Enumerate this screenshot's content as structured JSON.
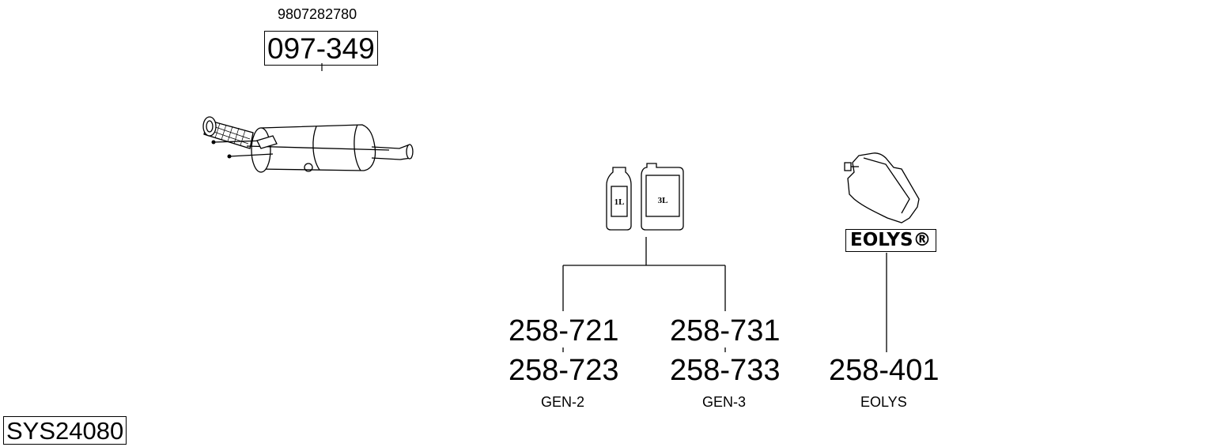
{
  "main_part": {
    "oe_reference": "9807282780",
    "part_number": "097-349",
    "icon": "dpf-filter-icon"
  },
  "additive_group": {
    "bottle_labels": [
      "1L",
      "3L"
    ],
    "icon": "additive-bottles-icon",
    "columns": [
      {
        "numbers": [
          "258-721",
          "258-723"
        ],
        "label": "GEN-2"
      },
      {
        "numbers": [
          "258-731",
          "258-733"
        ],
        "label": "GEN-3"
      }
    ]
  },
  "eolys_group": {
    "brand": "EOLYS®",
    "icon": "additive-tank-icon",
    "number": "258-401",
    "label": "EOLYS"
  },
  "system_id": "SYS24080"
}
